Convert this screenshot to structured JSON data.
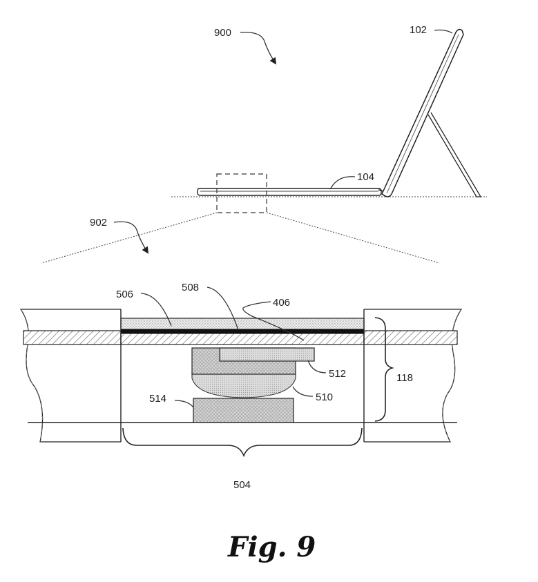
{
  "figure": {
    "caption": "Fig. 9",
    "labels": {
      "ref_900": "900",
      "ref_102": "102",
      "ref_104": "104",
      "ref_902": "902",
      "ref_506": "506",
      "ref_508": "508",
      "ref_406": "406",
      "ref_512": "512",
      "ref_510": "510",
      "ref_514": "514",
      "ref_118": "118",
      "ref_504": "504"
    }
  },
  "colors": {
    "line": "#222222",
    "hatch": "#888888",
    "dots": "#999999",
    "component": "#d9d9d9"
  }
}
